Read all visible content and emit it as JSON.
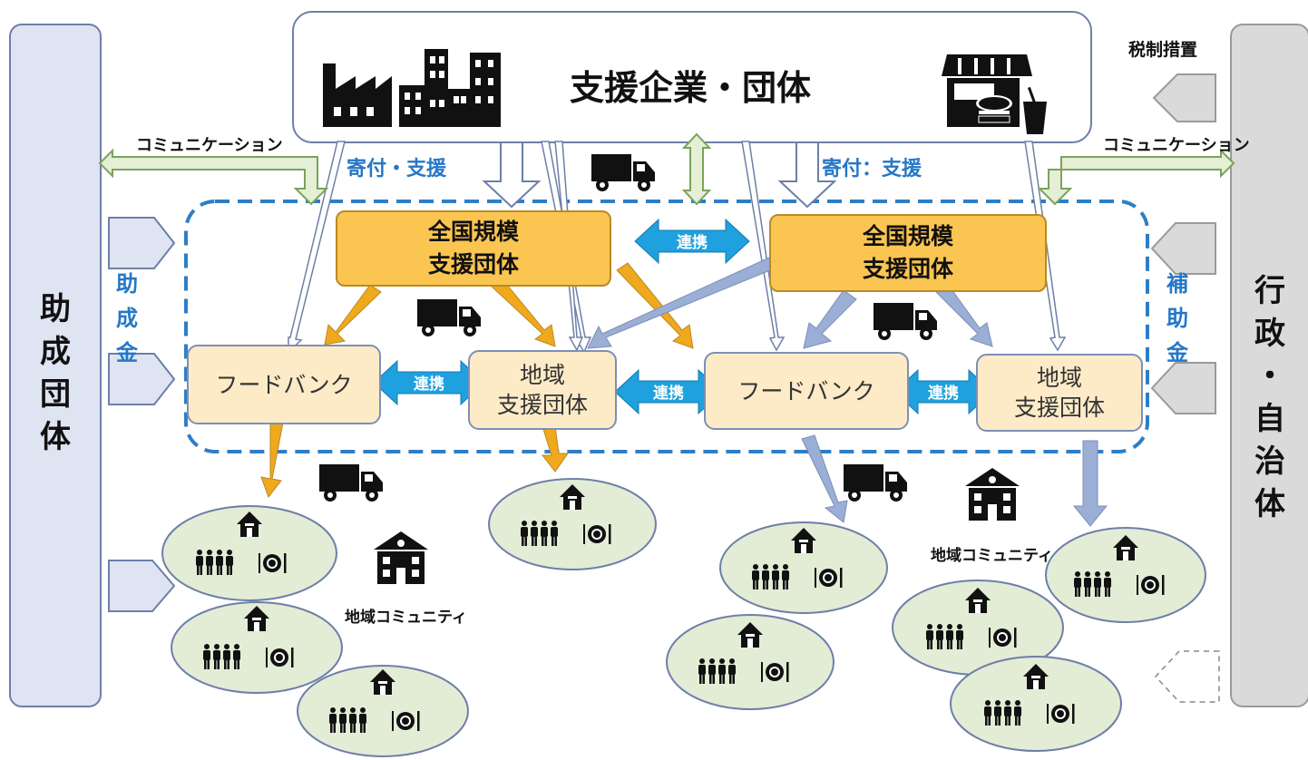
{
  "top": {
    "title": "支援企業・団体"
  },
  "left_panel": {
    "chars": [
      "助",
      "成",
      "団",
      "体"
    ]
  },
  "right_panel": {
    "chars": [
      "行",
      "政",
      "・",
      "自",
      "治",
      "体"
    ]
  },
  "labels": {
    "donation_left": "寄付・支援",
    "donation_right": "寄付：支援",
    "comm_left": "コミュニケーション",
    "comm_right": "コミュニケーション",
    "tax": "税制措置",
    "subsidy_left": [
      "助",
      "成",
      "金"
    ],
    "subsidy_right": [
      "補",
      "助",
      "金"
    ],
    "community_left": "地域コミュニティ",
    "community_right": "地域コミュニティ"
  },
  "national_groups": [
    {
      "line1": "全国規模",
      "line2": "支援団体"
    },
    {
      "line1": "全国規模",
      "line2": "支援団体"
    }
  ],
  "local_groups": [
    {
      "lines": [
        "フードバンク"
      ]
    },
    {
      "lines": [
        "地域",
        "支援団体"
      ]
    },
    {
      "lines": [
        "フードバンク"
      ]
    },
    {
      "lines": [
        "地域",
        "支援団体"
      ]
    }
  ],
  "renkei": [
    "連携",
    "連携",
    "連携",
    "連携"
  ],
  "colors": {
    "orange_arrow": "#f0a81c",
    "blue_arrow": "#9aaed6",
    "renkei_arrow": "#1ea1de",
    "dashed_border": "#2e7ec5",
    "ellipse_fill": "#e3ecd5",
    "comm_arrow_fill": "#e4efd6",
    "comm_arrow_stroke": "#7aa35a"
  }
}
